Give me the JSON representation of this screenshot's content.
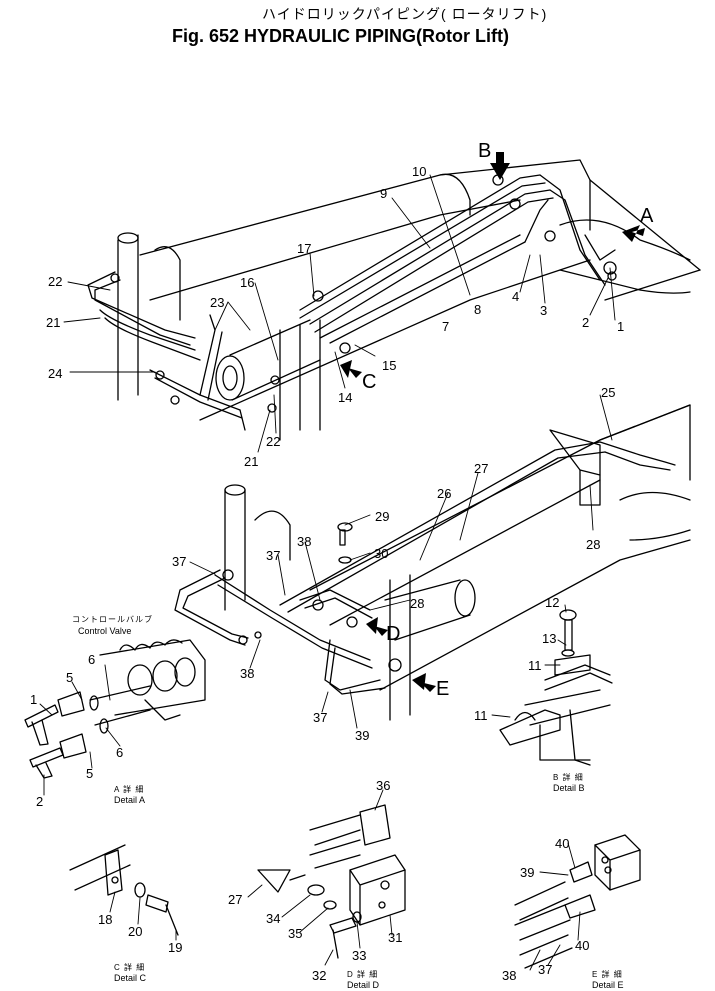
{
  "title": {
    "jp": "ハイドロリックパイピング( ロータリフト)",
    "en": "Fig. 652 HYDRAULIC PIPING(Rotor Lift)"
  },
  "view_letters": [
    "A",
    "B",
    "C",
    "D",
    "E"
  ],
  "control_valve": {
    "jp": "コントロールバルブ",
    "en": "Control Valve"
  },
  "details": [
    {
      "jp": "A 詳 細",
      "en": "Detail A"
    },
    {
      "jp": "B 詳 細",
      "en": "Detail B"
    },
    {
      "jp": "C 詳 細",
      "en": "Detail C"
    },
    {
      "jp": "D 詳 細",
      "en": "Detail D"
    },
    {
      "jp": "E 詳 細",
      "en": "Detail E"
    }
  ],
  "callouts": {
    "upper": [
      "22",
      "21",
      "24",
      "23",
      "16",
      "17",
      "9",
      "10",
      "8",
      "7",
      "4",
      "3",
      "2",
      "1",
      "15",
      "14",
      "21",
      "22"
    ],
    "middle": [
      "25",
      "27",
      "26",
      "28",
      "29",
      "30",
      "37",
      "37",
      "38",
      "28",
      "38",
      "37",
      "39"
    ],
    "detail_a": [
      "6",
      "5",
      "1",
      "6",
      "5",
      "2"
    ],
    "detail_b": [
      "12",
      "13",
      "11",
      "11"
    ],
    "detail_c": [
      "18",
      "20",
      "19"
    ],
    "detail_d": [
      "36",
      "27",
      "34",
      "35",
      "33",
      "31",
      "32"
    ],
    "detail_e": [
      "40",
      "39",
      "40",
      "38",
      "37"
    ]
  }
}
